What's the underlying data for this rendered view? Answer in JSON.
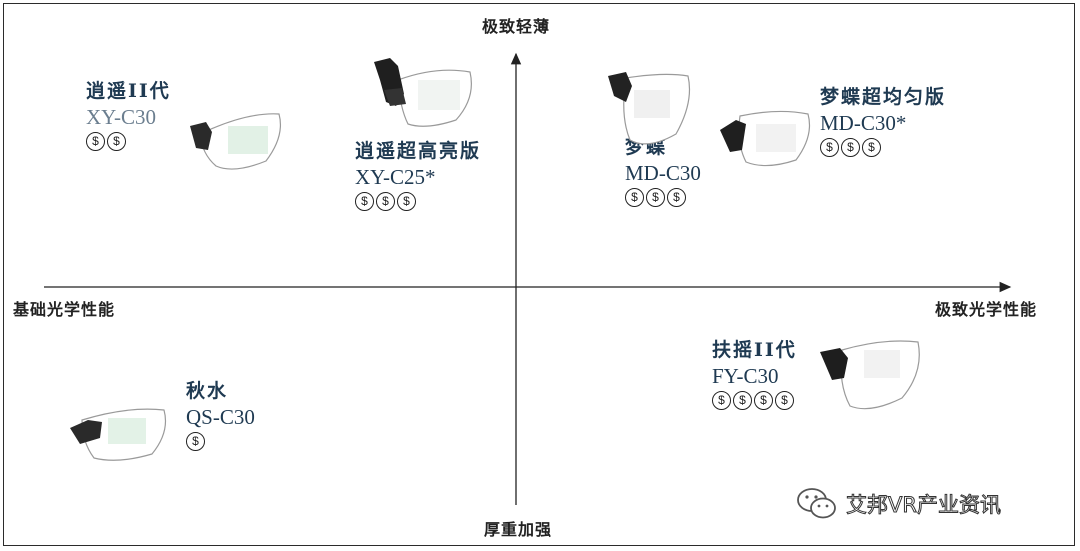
{
  "axes": {
    "top": "极致轻薄",
    "bottom": "厚重加强",
    "left": "基础光学性能",
    "right": "极致光学性能"
  },
  "products": [
    {
      "name": "逍遥II代",
      "model": "XY-C30",
      "price_level": 2,
      "model_color": "#6b7e8f"
    },
    {
      "name": "逍遥超高亮版",
      "model": "XY-C25*",
      "price_level": 3,
      "model_color": "#1f3a52"
    },
    {
      "name": "梦蝶",
      "model": "MD-C30",
      "price_level": 3,
      "model_color": "#1f3a52"
    },
    {
      "name": "梦蝶超均匀版",
      "model": "MD-C30*",
      "price_level": 3,
      "model_color": "#1f3a52"
    },
    {
      "name": "秋水",
      "model": "QS-C30",
      "price_level": 1,
      "model_color": "#1f3a52"
    },
    {
      "name": "扶摇II代",
      "model": "FY-C30",
      "price_level": 4,
      "model_color": "#1f3a52"
    }
  ],
  "price_symbol": "$",
  "watermark": {
    "text": "艾邦VR产业资讯",
    "icon": "wechat-icon"
  }
}
